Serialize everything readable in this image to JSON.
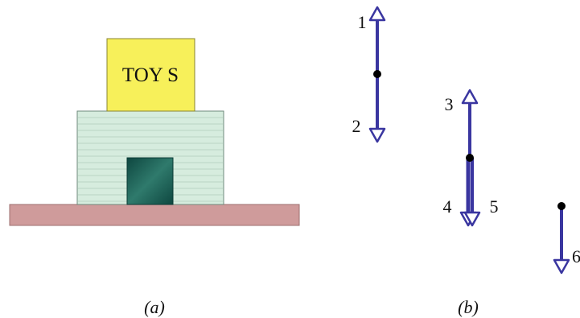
{
  "panel_a": {
    "caption": "(a)",
    "box_label": "TOY S",
    "colors": {
      "ground": "#cf9b9b",
      "building": "#d6ecde",
      "building_lines": "#b9d4c4",
      "door": "#1e5c52",
      "box": "#f7f05a"
    }
  },
  "panel_b": {
    "caption": "(b)",
    "arrow_color": "#3a36a0",
    "force_labels": [
      "1",
      "2",
      "3",
      "4",
      "5",
      "6"
    ]
  }
}
